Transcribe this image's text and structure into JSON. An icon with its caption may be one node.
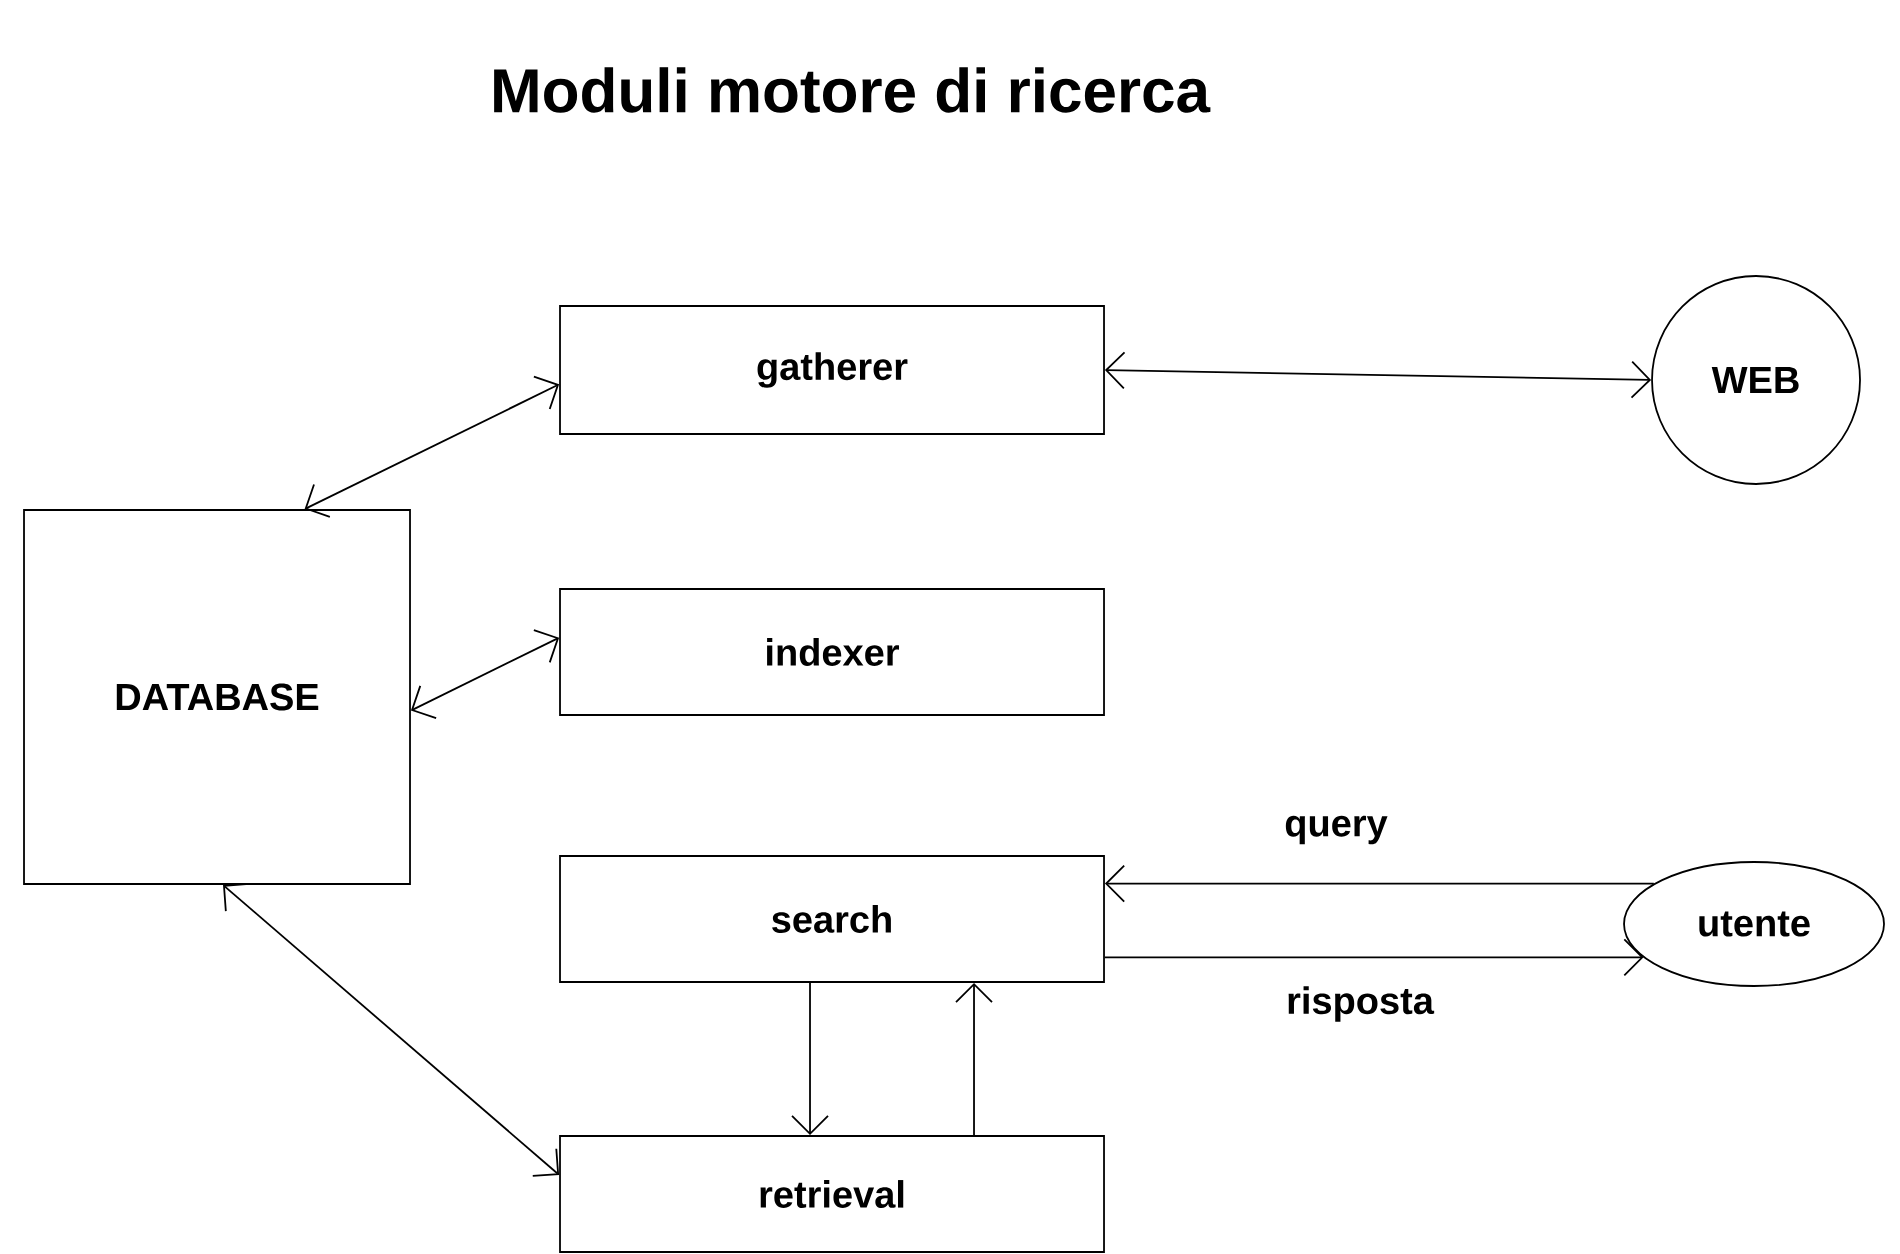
{
  "diagram": {
    "title": "Moduli motore di ricerca",
    "nodes": [
      {
        "text": [
          "DATABASE"
        ]
      },
      {
        "text": [
          "gatherer"
        ]
      },
      {
        "text": [
          "WEB"
        ]
      },
      {
        "text": [
          "indexer"
        ]
      },
      {
        "text": [
          "search"
        ]
      },
      {
        "text": [
          "utente"
        ]
      },
      {
        "text": [
          "retrieval"
        ]
      }
    ],
    "edges": [
      {
        "from": 0,
        "to": 1,
        "arrow": "both"
      },
      {
        "from": 1,
        "to": 2,
        "arrow": "both"
      },
      {
        "from": 0,
        "to": 3,
        "arrow": "both"
      },
      {
        "from": 5,
        "to": 4,
        "arrow": "to",
        "label": "query"
      },
      {
        "from": 4,
        "to": 5,
        "arrow": "to",
        "label": "risposta"
      },
      {
        "from": 4,
        "to": 6,
        "arrow": "to"
      },
      {
        "from": 6,
        "to": 4,
        "arrow": "to"
      },
      {
        "from": 0,
        "to": 6,
        "arrow": "both"
      }
    ]
  }
}
